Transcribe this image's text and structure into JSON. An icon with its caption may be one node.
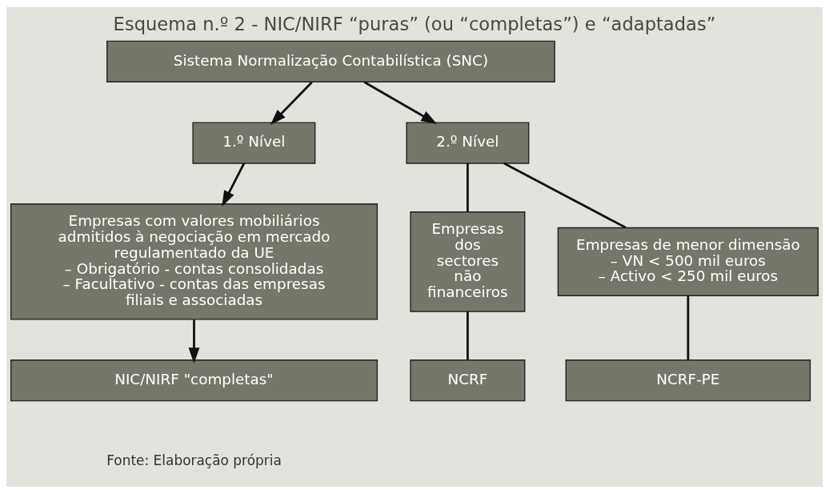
{
  "diagram": {
    "title": "Esquema n.º 2 - NIC/NIRF “puras” (ou “completas”) e “adaptadas”",
    "nodes": [
      {
        "text": [
          "Sistema Normalização Contabilística (SNC)"
        ]
      },
      {
        "text": [
          "1.º Nível"
        ]
      },
      {
        "text": [
          "2.º Nível"
        ]
      },
      {
        "text": [
          "Empresas com valores mobiliários admitidos à negociação em mercado regulamentado da UE",
          "– Obrigatório - contas consolidadas",
          "– Facultativo - contas das empresas filiais e associadas"
        ]
      },
      {
        "text": [
          "Empresas dos sectores não financeiros"
        ]
      },
      {
        "text": [
          "Empresas de menor dimensão",
          "– VN < 500 mil euros",
          "– Activo < 250 mil euros"
        ]
      },
      {
        "text": [
          "NIC/NIRF \"completas\""
        ]
      },
      {
        "text": [
          "NCRF"
        ]
      },
      {
        "text": [
          "NCRF-PE"
        ]
      }
    ],
    "edges": [
      {
        "from": 0,
        "to": 1,
        "arrow": "to"
      },
      {
        "from": 0,
        "to": 2,
        "arrow": "to"
      },
      {
        "from": 1,
        "to": 3,
        "arrow": "to"
      },
      {
        "from": 2,
        "to": 4,
        "arrow": "none"
      },
      {
        "from": 2,
        "to": 5,
        "arrow": "none"
      },
      {
        "from": 3,
        "to": 6,
        "arrow": "to"
      },
      {
        "from": 4,
        "to": 7,
        "arrow": "none"
      },
      {
        "from": 5,
        "to": 8,
        "arrow": "none"
      }
    ],
    "labels": [
      "Fonte: Elaboração própria"
    ]
  }
}
